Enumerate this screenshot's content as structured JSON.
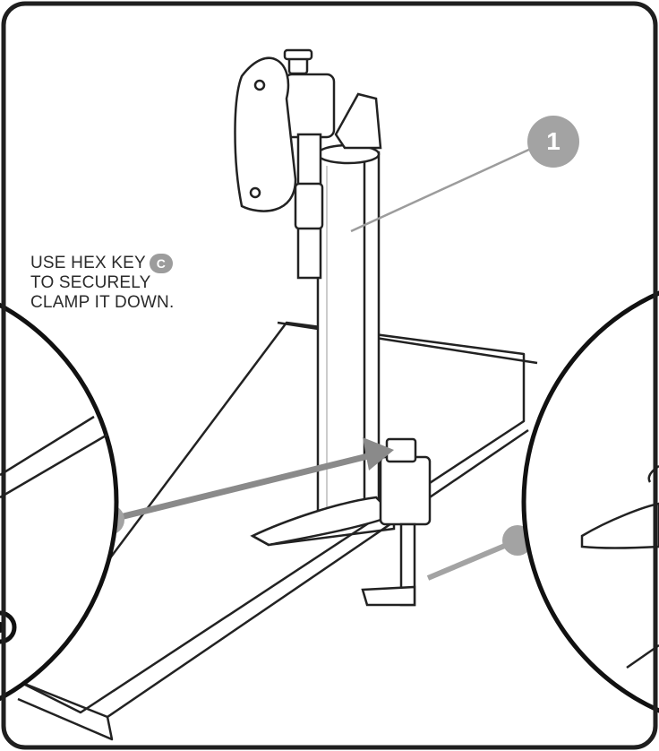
{
  "step_number": "1",
  "instruction": {
    "line1": "USE HEX KEY",
    "key_label": "C",
    "line2": "TO SECURELY",
    "line3": "CLAMP IT DOWN."
  },
  "colors": {
    "frame": "#222222",
    "callout_gray": "#a3a3a3",
    "arrow_gray": "#8a8a8a"
  }
}
